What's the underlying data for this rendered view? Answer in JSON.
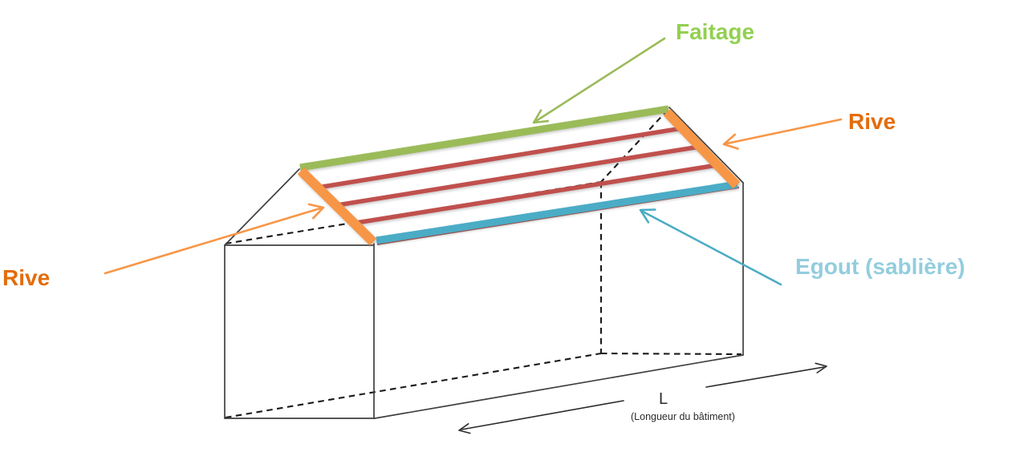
{
  "diagram": {
    "labels": {
      "faitage": {
        "text": "Faitage",
        "color": "#92D050"
      },
      "rive_right": {
        "text": "Rive",
        "color": "#E36C0A"
      },
      "rive_left": {
        "text": "Rive",
        "color": "#E36C0A"
      },
      "egout": {
        "text": "Egout (sablière)",
        "color": "#93CDDD"
      },
      "length_symbol": {
        "text": "L"
      },
      "length_caption": {
        "text": "(Longueur du bâtiment)"
      }
    },
    "colors": {
      "ridge_green": "#9BBB59",
      "rake_orange": "#F79646",
      "purlin_red": "#C0504D",
      "eave_blue": "#4BACC6",
      "outline": "#3F3F3F",
      "hidden_edge": "#1A1A1A",
      "dimension": "#2B2B2B",
      "background": "#FFFFFF"
    }
  }
}
